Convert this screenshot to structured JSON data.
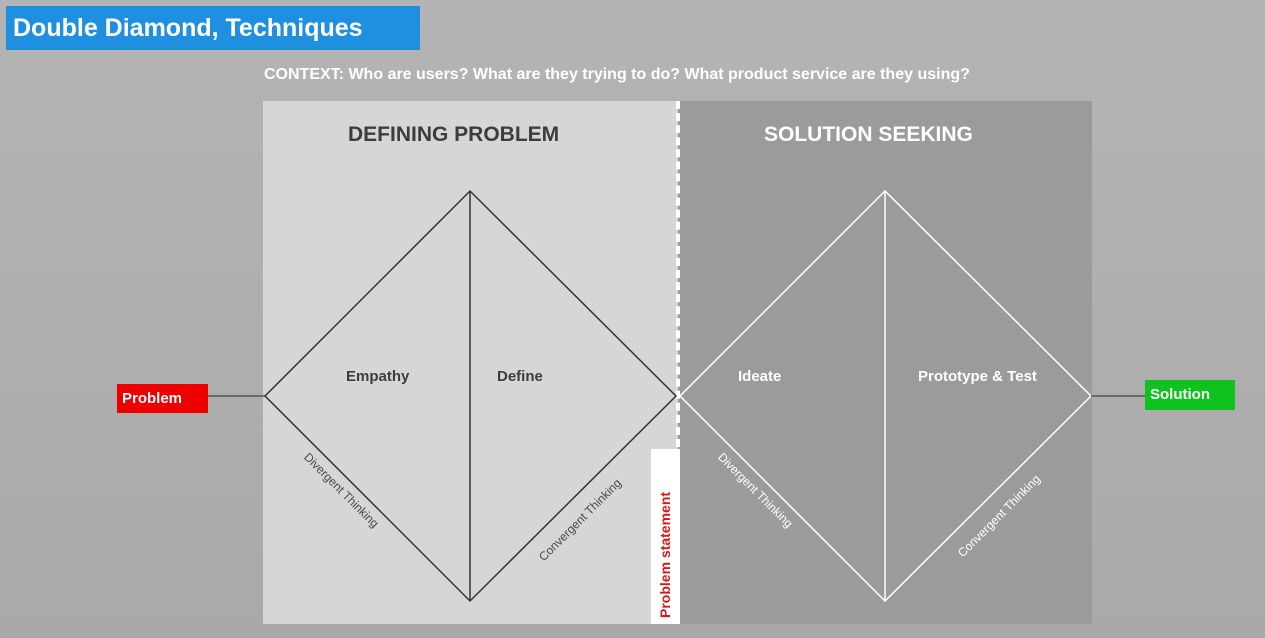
{
  "title": "Double Diamond, Techniques",
  "context": "CONTEXT: Who are users? What are they trying to do? What product service are they using?",
  "panels": {
    "left_heading": "DEFINING PROBLEM",
    "right_heading": "SOLUTION SEEKING"
  },
  "endpoints": {
    "problem": "Problem",
    "solution": "Solution"
  },
  "stages": {
    "empathy": "Empathy",
    "define": "Define",
    "ideate": "Ideate",
    "prototype": "Prototype & Test"
  },
  "thinking": {
    "left_divergent": "Divergent Thinking",
    "left_convergent": "Convergent Thinking",
    "right_divergent": "Divergent Thinking",
    "right_convergent": "Convergent Thinking"
  },
  "problem_statement": "Problem statement",
  "colors": {
    "title_bg": "#1f8fe0",
    "problem": "#ee0000",
    "solution": "#0fc31e",
    "statement_text": "#d81818"
  }
}
